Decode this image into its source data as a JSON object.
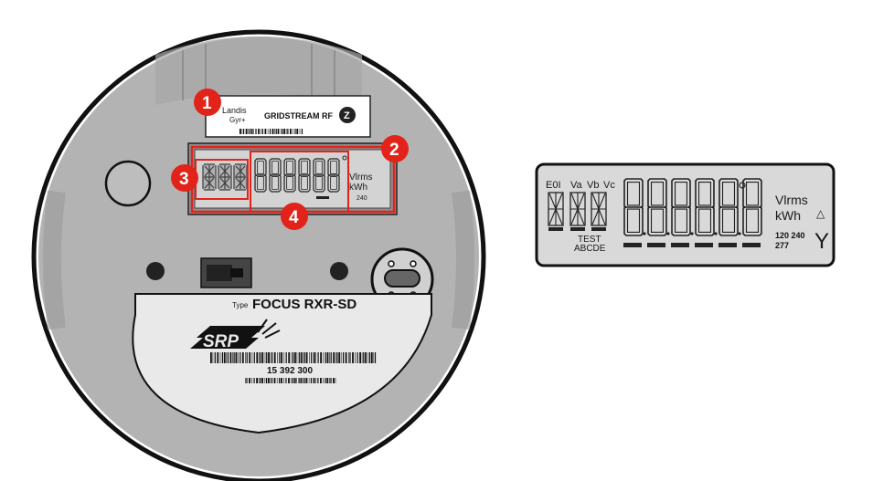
{
  "meter": {
    "label_brand_line1": "Landis",
    "label_brand_line2": "Gyr+",
    "label_network": "GRIDSTREAM RF",
    "label_logo": "Z",
    "type_prefix": "Type",
    "type_model": "FOCUS RXR-SD",
    "utility_logo": "SRP",
    "serial_number": "15 392 300",
    "mini_display_units_1": "Vlrms",
    "mini_display_units_2": "kWh",
    "mini_display_voltage": "240"
  },
  "callouts": [
    {
      "number": "1"
    },
    {
      "number": "2"
    },
    {
      "number": "3"
    },
    {
      "number": "4"
    }
  ],
  "display": {
    "phase_labels": [
      "E0I",
      "Va",
      "Vb",
      "Vc"
    ],
    "test_label": "TEST",
    "abcde_label": "ABCDE",
    "digits": "888888",
    "unit_top": "Vlrms",
    "unit_bottom": "kWh",
    "voltages_top": "120 240",
    "voltages_bottom": "277",
    "delta_symbol": "△",
    "wye_symbol": "Y"
  },
  "colors": {
    "callout_red": "#e2231a",
    "meter_gray": "#b3b3b3",
    "lcd_gray": "#d9d9d9"
  }
}
